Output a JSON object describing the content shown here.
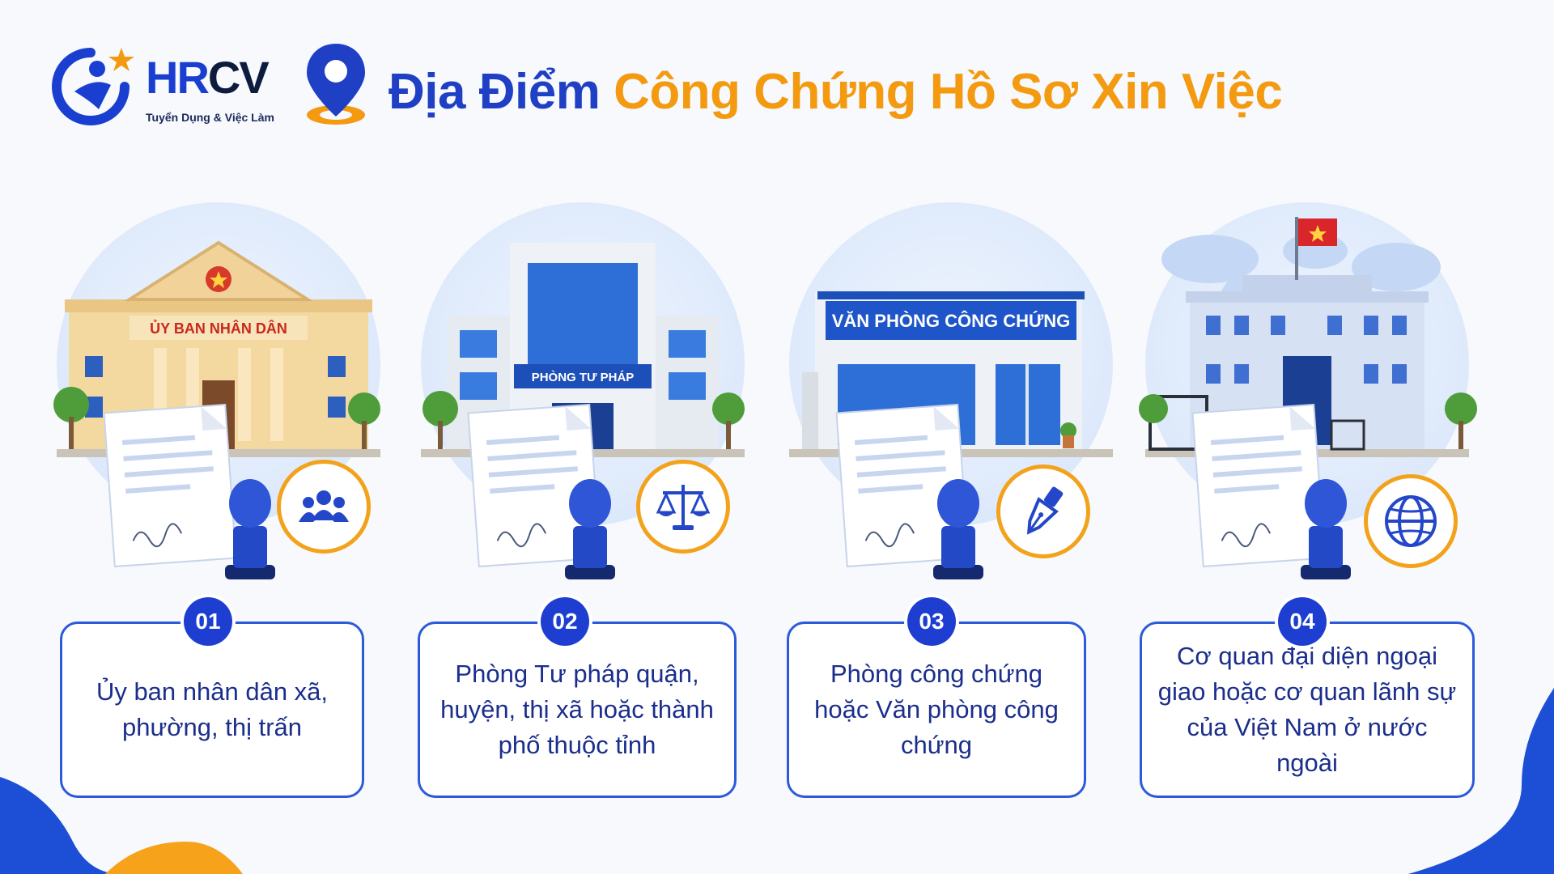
{
  "brand": {
    "logo_text_hr": "HR",
    "logo_text_cv": "CV",
    "tagline": "Tuyển Dụng & Việc Làm"
  },
  "title": {
    "part1": "Địa Điểm",
    "part2": "Công Chứng Hồ Sơ Xin Việc"
  },
  "colors": {
    "primary_blue": "#1d3ed1",
    "accent_orange": "#f39a10",
    "text_blue": "#1b2e8c"
  },
  "cards": [
    {
      "number": "01",
      "building_sign": "ỦY BAN NHÂN DÂN",
      "icon": "people-group-icon",
      "text": "Ủy ban nhân dân xã, phường, thị trấn"
    },
    {
      "number": "02",
      "building_sign": "PHÒNG TƯ PHÁP",
      "icon": "scales-of-justice-icon",
      "text": "Phòng Tư pháp quận, huyện, thị xã hoặc thành phố thuộc tỉnh"
    },
    {
      "number": "03",
      "building_sign": "VĂN PHÒNG CÔNG CHỨNG",
      "icon": "fountain-pen-icon",
      "text": "Phòng công chứng hoặc Văn phòng công chứng"
    },
    {
      "number": "04",
      "building_sign": "",
      "icon": "globe-icon",
      "text": "Cơ quan đại diện ngoại giao hoặc cơ quan lãnh sự của Việt Nam ở nước ngoài"
    }
  ]
}
